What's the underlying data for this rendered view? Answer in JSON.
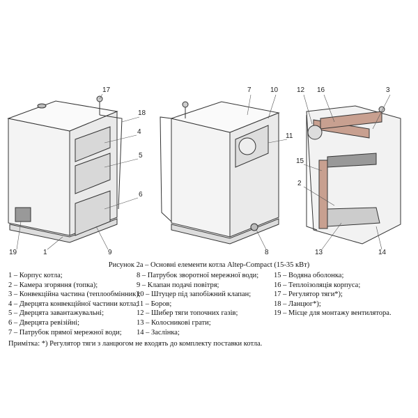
{
  "figure": {
    "caption": "Рисунок 2а – Основні елементи котла Altep-Compact (15-35 кВт)",
    "callouts": [
      "17",
      "18",
      "4",
      "5",
      "6",
      "19",
      "1",
      "9",
      "7",
      "10",
      "11",
      "8",
      "12",
      "16",
      "3",
      "15",
      "2",
      "13",
      "14"
    ],
    "legend_col1": [
      "1 – Корпус котла;",
      "2 – Камера згоряння (топка);",
      "3 – Конвекційна частина (теплообмінник);",
      "4 – Дверцята конвекційної частини котла;",
      "5 – Дверцята завантажувальні;",
      "6 – Дверцята ревізійні;",
      "7 – Патрубок прямої мережної води;"
    ],
    "legend_col2": [
      "8 – Патрубок зворотної мережної води;",
      "9 – Клапан подачі повітря;",
      "10 – Штуцер під запобіжний клапан;",
      "11 – Боров;",
      "12 – Шибер тяги топочних газів;",
      "13 – Колосникові грати;",
      "14 – Заслінка;"
    ],
    "legend_col3": [
      "15 – Водяна оболонка;",
      "16 – Теплоізоляція корпуса;",
      "17 – Регулятор тяги*);",
      "18 – Ланцюг*);",
      "19 – Місце для монтажу вентилятора."
    ],
    "note": "Примітка: *) Регулятор тяги з ланцюгом не входять до комплекту поставки котла."
  }
}
